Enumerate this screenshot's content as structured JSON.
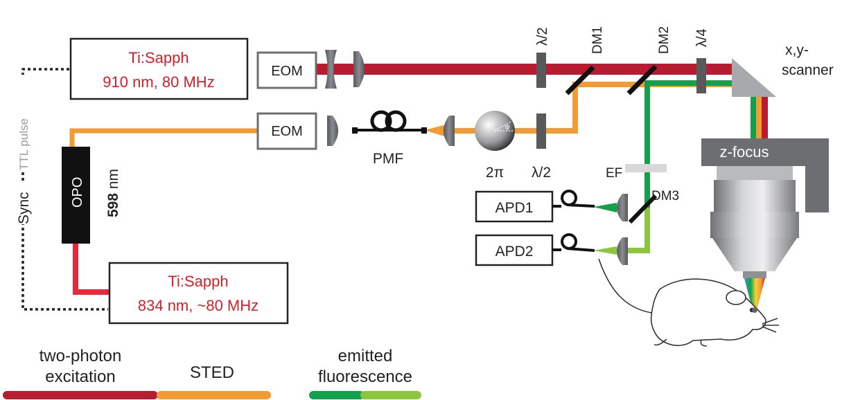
{
  "labels": {
    "laser1_line1": "Ti:Sapph",
    "laser1_line2": "910 nm, 80 MHz",
    "laser2_line1": "Ti:Sapph",
    "laser2_line2": "834 nm, ~80 MHz",
    "eom_top": "EOM",
    "eom_bottom": "EOM",
    "opo": "OPO",
    "opo_wavelength": "598",
    "opo_unit": " nm",
    "ttl": "TTL pulse",
    "sync": "Sync",
    "pmf": "PMF",
    "phase_plate": "2π",
    "phase_symbol": "φ",
    "hwp1": "λ/2",
    "hwp2": "λ/2",
    "qwp": "λ/4",
    "dm1": "DM1",
    "dm2": "DM2",
    "dm3": "DM3",
    "ef": "EF",
    "scanner_line1": "x,y-",
    "scanner_line2": "scanner",
    "zfocus": "z-focus",
    "apd1": "APD1",
    "apd2": "APD2"
  },
  "legend": [
    {
      "line1": "two-photon",
      "line2": "excitation",
      "colors": [
        "#b71c30"
      ]
    },
    {
      "line1": "",
      "line2": "STED",
      "colors": [
        "#f29a33"
      ]
    },
    {
      "line1": "emitted",
      "line2": "fluorescence",
      "colors": [
        "#12a14a",
        "#8cc63f"
      ]
    }
  ],
  "colors": {
    "excitation": "#b71c30",
    "laser_text": "#d21f2a",
    "sted": "#f29a33",
    "fluorescence_dark": "#12a14a",
    "fluorescence_light": "#8cc63f",
    "opo_output": "#e8283c",
    "optics": "#6d6e71",
    "sync_gray": "#9a9a9a"
  }
}
